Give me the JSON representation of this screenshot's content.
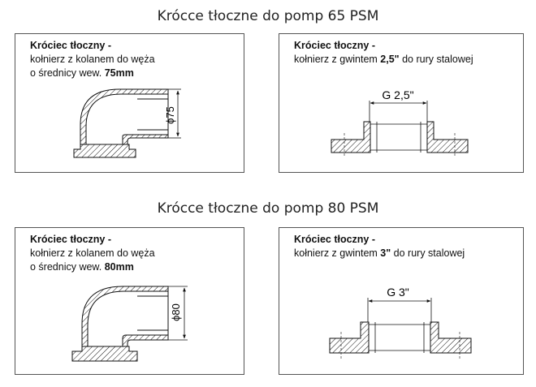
{
  "sections": [
    {
      "title": "Krócce tłoczne do pomp 65 PSM",
      "left": {
        "heading": "Króciec tłoczny -",
        "line1": "kołnierz z kolanem do węża",
        "line2_prefix": "o średnicy wew. ",
        "line2_bold": "75mm",
        "dim_label": "ϕ75"
      },
      "right": {
        "heading": "Króciec tłoczny -",
        "line1_prefix": "kołnierz z gwintem ",
        "line1_bold": "2,5\"",
        "line1_suffix": " do rury stalowej",
        "dim_label": "G  2,5\""
      }
    },
    {
      "title": "Krócce tłoczne do pomp 80 PSM",
      "left": {
        "heading": "Króciec tłoczny -",
        "line1": "kołnierz z kolanem do węża",
        "line2_prefix": "o średnicy wew. ",
        "line2_bold": "80mm",
        "dim_label": "ϕ80"
      },
      "right": {
        "heading": "Króciec tłoczny -",
        "line1_prefix": "kołnierz z gwintem ",
        "line1_bold": "3\"",
        "line1_suffix": " do rury stalowej",
        "dim_label": "G  3\""
      }
    }
  ]
}
